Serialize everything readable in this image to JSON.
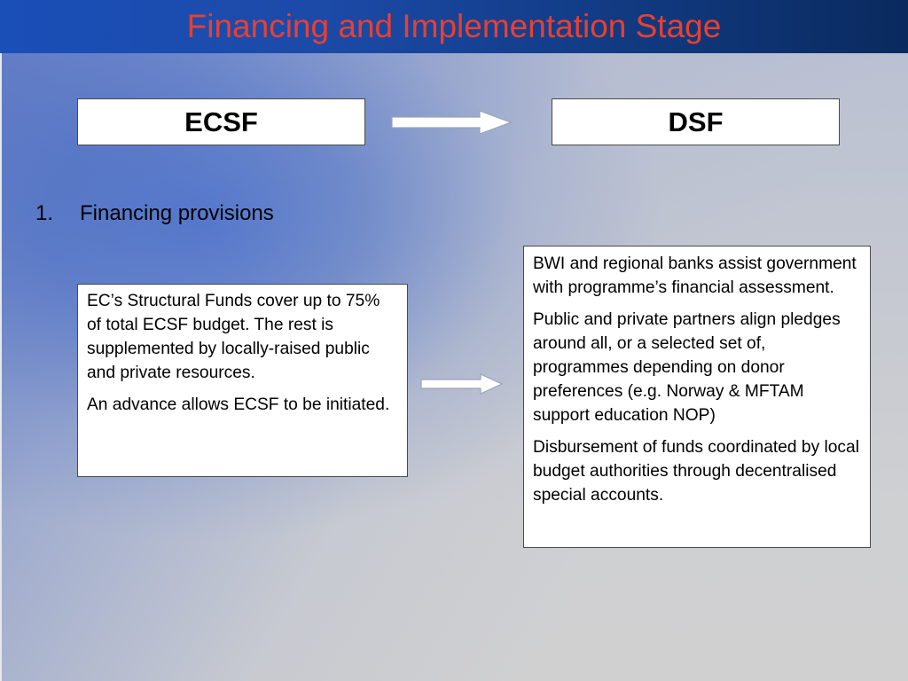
{
  "slide": {
    "title": "Financing and Implementation Stage"
  },
  "flow": {
    "from_label": "ECSF",
    "to_label": "DSF"
  },
  "list": {
    "number": "1.",
    "item": "Financing provisions"
  },
  "left_box": {
    "paragraphs": [
      "EC’s Structural Funds cover up to 75% of total ECSF budget. The rest is supplemented by locally-raised public and private resources.",
      "An advance allows ECSF to be initiated."
    ]
  },
  "right_box": {
    "paragraphs": [
      "BWI and regional banks assist government with programme’s financial assessment.",
      "Public and private partners align pledges around all, or a selected set of, programmes depending on donor preferences (e.g. Norway & MFTAM support education NOP)",
      "Disbursement of funds coordinated by local budget authorities through decentralised special accounts."
    ]
  },
  "colors": {
    "title_text": "#e84030",
    "title_bar": "#1a4fb8",
    "box_border": "#4a4a4a"
  }
}
